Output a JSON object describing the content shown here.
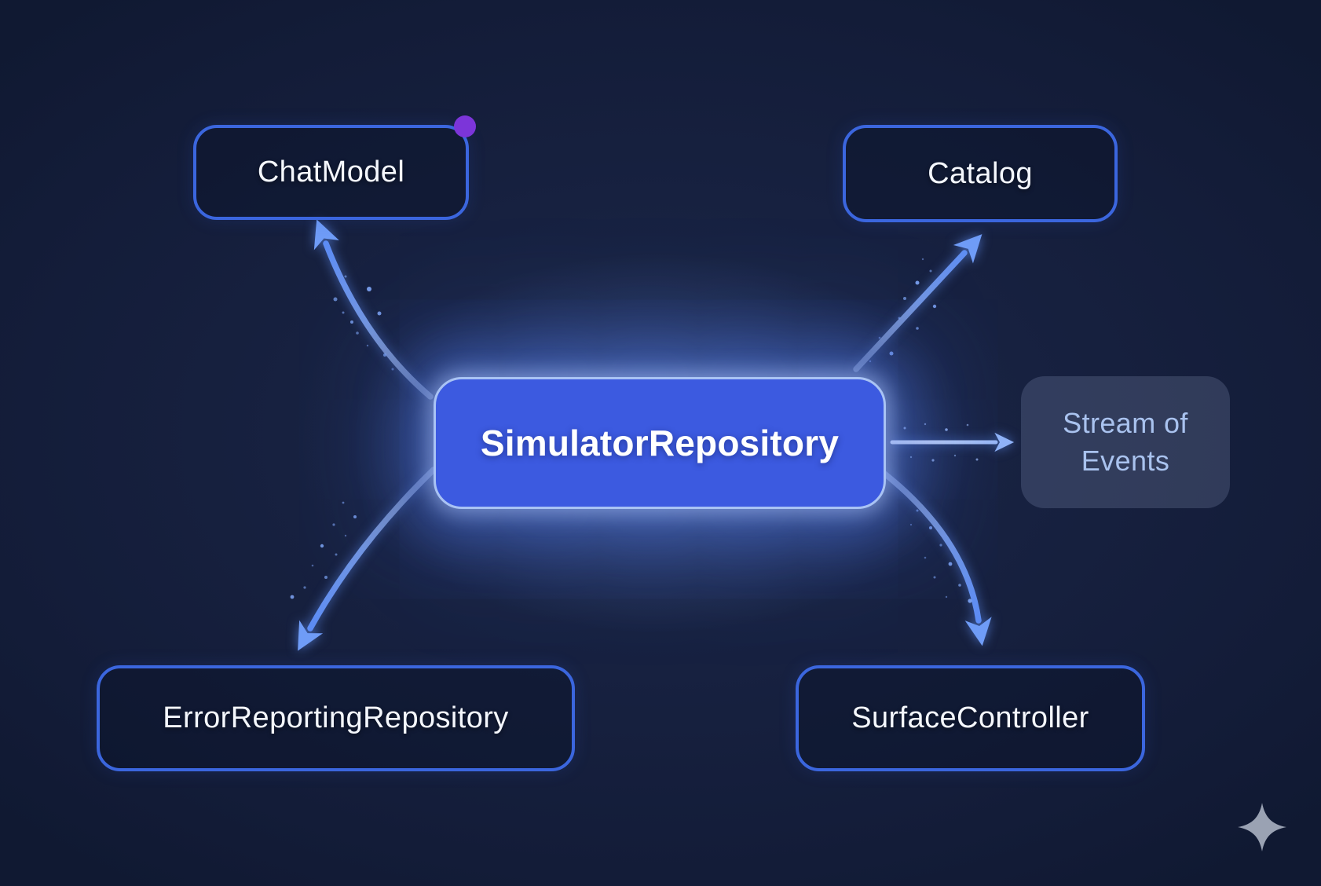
{
  "center_node": {
    "label": "SimulatorRepository"
  },
  "nodes": {
    "chat_model": {
      "label": "ChatModel"
    },
    "catalog": {
      "label": "Catalog"
    },
    "error_reporting": {
      "label": "ErrorReportingRepository"
    },
    "surface_controller": {
      "label": "SurfaceController"
    },
    "stream_of_events": {
      "label": "Stream of Events"
    }
  },
  "icons": {
    "chat_model_marker": "purple-status-dot",
    "corner": "sparkle-icon"
  },
  "colors": {
    "background": "#151E3A",
    "node_border": "#3B66DE",
    "node_text": "#F4F7FD",
    "center_fill": "#3C5AE0",
    "center_border": "#A9C3F4",
    "arrow_blue": "#5C8CF5",
    "arrowhead_blue": "#6F9CF7",
    "stream_fill": "rgba(151,166,200,0.22)",
    "stream_text": "#A9C2EE",
    "purple_dot": "#7C35D9",
    "sparkle_gray": "#9AA2B3"
  }
}
